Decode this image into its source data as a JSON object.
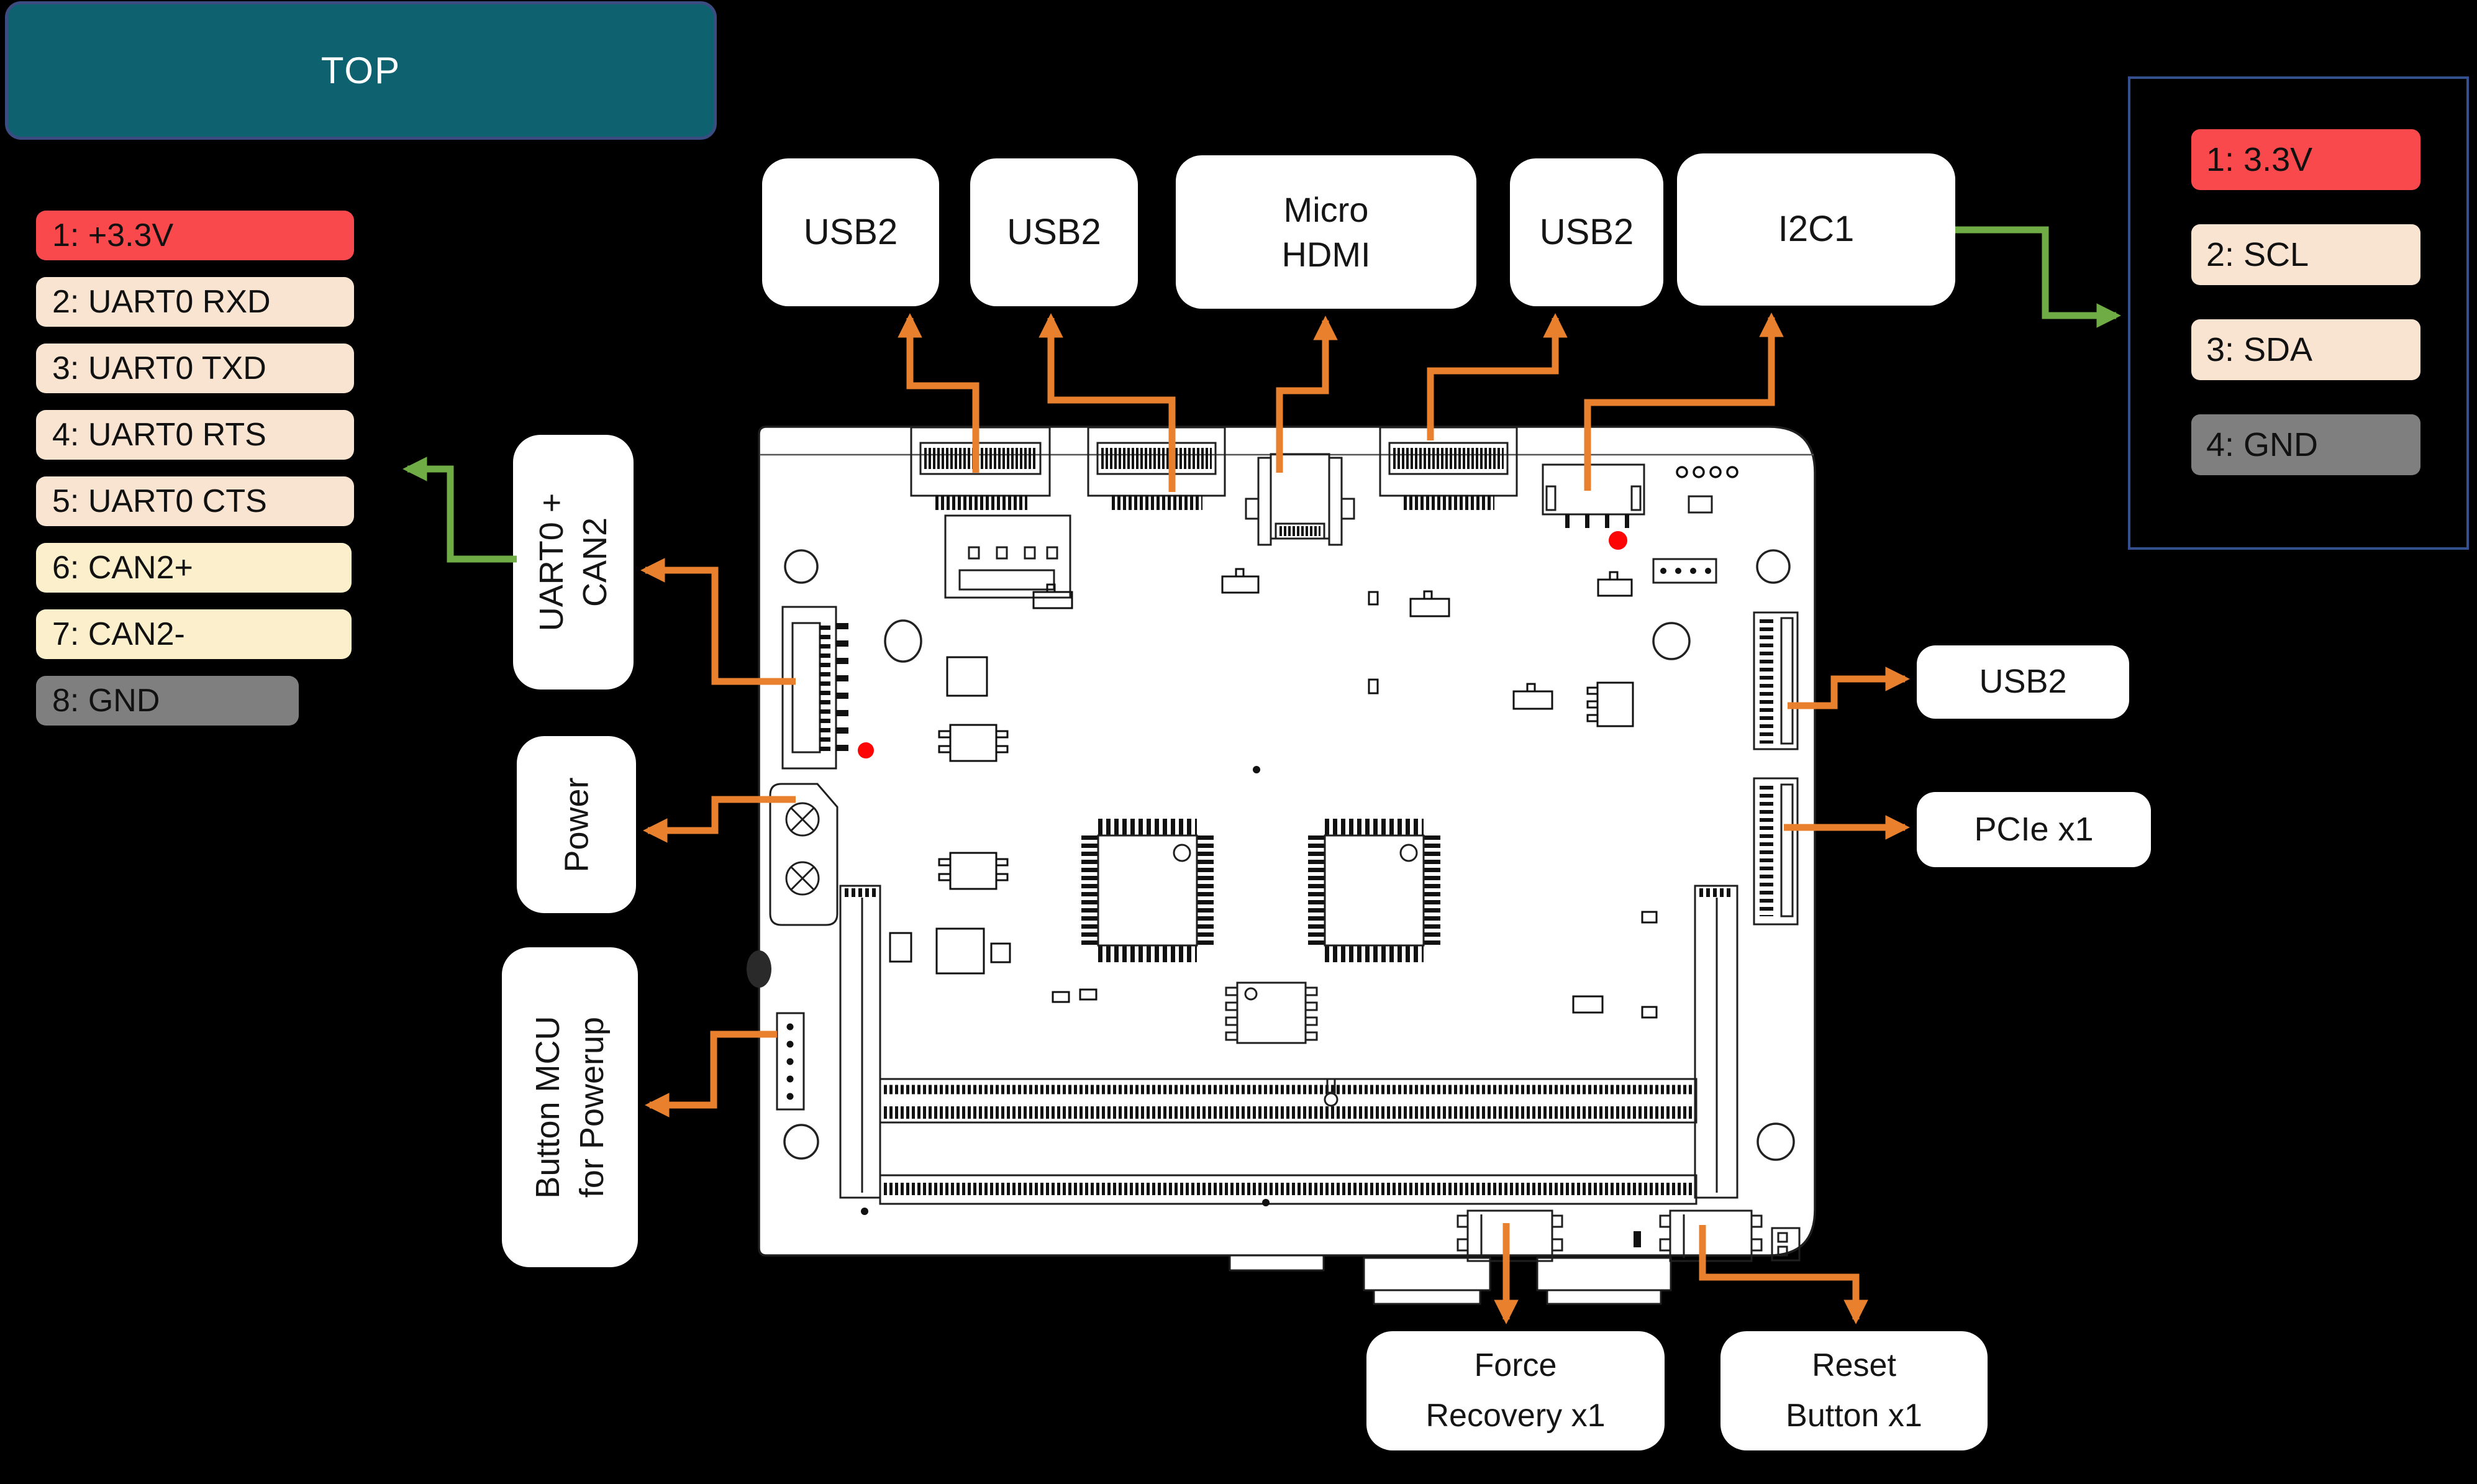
{
  "banner": {
    "label": "TOP"
  },
  "colors": {
    "background": "#000000",
    "banner_fill": "#0E6270",
    "banner_border": "#3A4C80",
    "pin_power_red": "#F9494C",
    "pin_signal_peach": "#F9E3D1",
    "pin_can_yellow": "#FBF0CB",
    "pin_gnd_gray": "#7F7F7F",
    "arrow_orange": "#E8802E",
    "arrow_green": "#6FAC46",
    "panel_border_blue": "#35508F",
    "label_box_white": "#FFFFFF",
    "marker_red_dot": "#FE0505"
  },
  "left_pinout": {
    "rows": [
      {
        "label": "1: +3.3V",
        "color": "#F9494C"
      },
      {
        "label": "2: UART0 RXD",
        "color": "#F9E3D1"
      },
      {
        "label": "3: UART0 TXD",
        "color": "#F9E3D1"
      },
      {
        "label": "4: UART0 RTS",
        "color": "#F9E3D1"
      },
      {
        "label": "5: UART0 CTS",
        "color": "#F9E3D1"
      },
      {
        "label": "6: CAN2+",
        "color": "#FBF0CB"
      },
      {
        "label": "7: CAN2-",
        "color": "#FBF0CB"
      },
      {
        "label": "8: GND",
        "color": "#7F7F7F"
      }
    ]
  },
  "right_pinout": {
    "rows": [
      {
        "label": "1: 3.3V",
        "color": "#F9494C"
      },
      {
        "label": "2: SCL",
        "color": "#F9E3D1"
      },
      {
        "label": "3: SDA",
        "color": "#F9E3D1"
      },
      {
        "label": "4: GND",
        "color": "#7F7F7F"
      }
    ]
  },
  "top_labels": [
    {
      "label": "USB2"
    },
    {
      "label": "USB2"
    },
    {
      "lines": [
        "Micro",
        "HDMI"
      ]
    },
    {
      "label": "USB2"
    },
    {
      "label": "I2C1"
    }
  ],
  "side_labels": {
    "uart_can": {
      "lines": [
        "UART0 +",
        "CAN2"
      ]
    },
    "power": {
      "label": "Power"
    },
    "button_mcu": {
      "lines": [
        "Button MCU",
        "for Powerup"
      ]
    }
  },
  "right_labels": {
    "usb2": {
      "label": "USB2"
    },
    "pcie": {
      "label": "PCIe x1"
    }
  },
  "bottom_labels": {
    "force_recovery": {
      "lines": [
        "Force",
        "Recovery x1"
      ]
    },
    "reset_button": {
      "lines": [
        "Reset",
        "Button x1"
      ]
    }
  },
  "board": {
    "red_dot_markers": 2,
    "description": "Line-art top view of carrier board with connectors, SO-DIMM slot, two QFP ICs"
  }
}
